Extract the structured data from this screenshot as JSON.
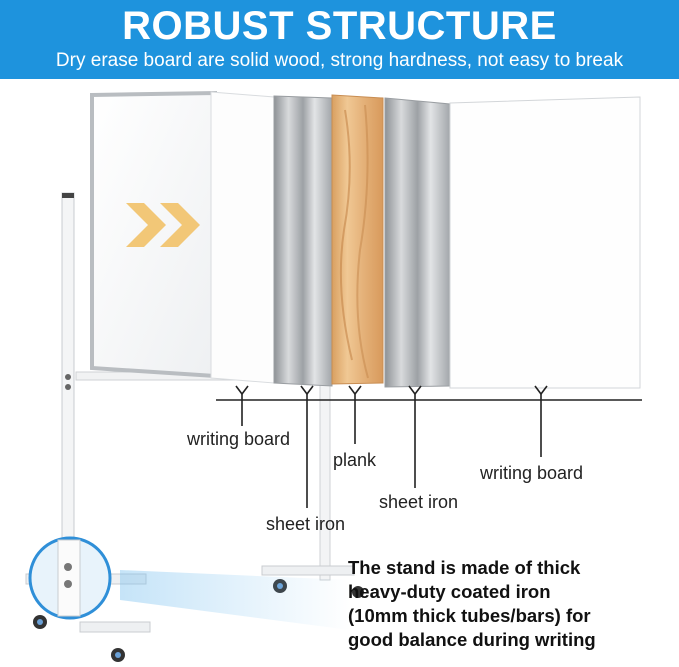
{
  "banner": {
    "title": "ROBUST STRUCTURE",
    "subtitle": "Dry erase board are solid wood, strong hardness, not easy to break"
  },
  "layers": {
    "writing_board_front": "writing board",
    "sheet_iron_front": "sheet iron",
    "plank": "plank",
    "sheet_iron_back": "sheet iron",
    "writing_board_back": "writing board"
  },
  "stand_description": {
    "line1": "The stand is made of thick",
    "line2": "heavy-duty coated iron",
    "line3": "(10mm thick tubes/bars) for",
    "line4": "good balance during writing"
  },
  "colors": {
    "banner": "#1e93dd",
    "arrow": "#f2c777",
    "plank": "#e6b27a",
    "iron": "#b9bcbf"
  }
}
